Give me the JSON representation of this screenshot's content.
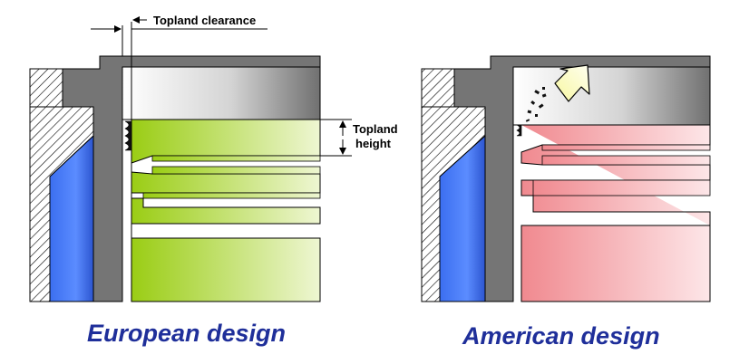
{
  "annotations": {
    "topland_clearance": "Topland clearance",
    "topland_height_line1": "Topland",
    "topland_height_line2": "height"
  },
  "captions": {
    "european": "European design",
    "american": "American design"
  },
  "colors": {
    "european_piston_dark": "#9acd14",
    "european_piston_light": "#eef6d2",
    "american_piston_dark": "#f0898f",
    "american_piston_light": "#fde6e8",
    "coolant_blue": "#3f74f0",
    "liner_gray": "#757575",
    "caption_blue": "#1f2f9a"
  }
}
